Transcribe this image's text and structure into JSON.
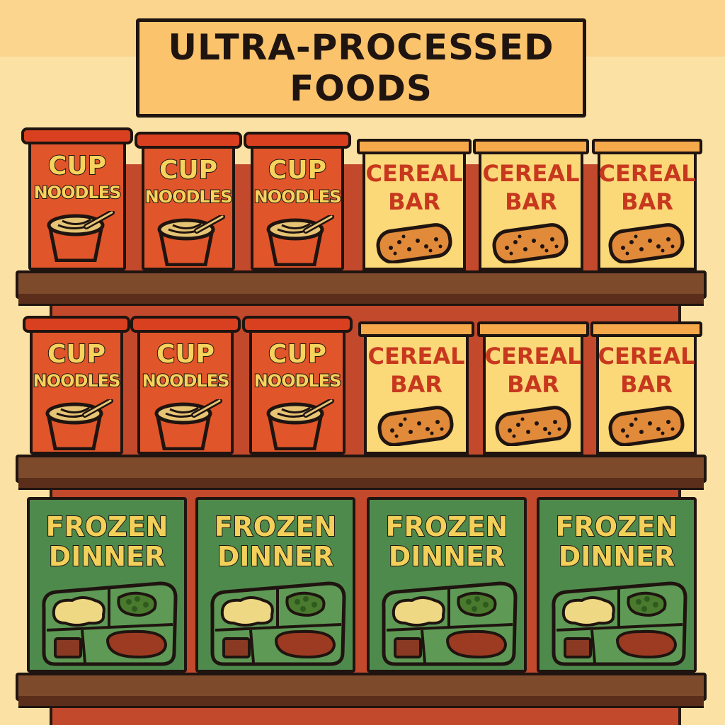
{
  "sign": {
    "line1": "ULTRA-PROCESSED",
    "line2": "FOODS"
  },
  "products": {
    "cup_noodles": {
      "line1": "CUP",
      "line2": "NOODLES",
      "icon": "noodle-cup-icon"
    },
    "cereal_bar": {
      "line1": "CEREAL",
      "line2": "BAR",
      "icon": "cereal-bar-icon"
    },
    "frozen_dinner": {
      "line1": "FROZEN",
      "line2": "DINNER",
      "icon": "tv-dinner-tray-icon"
    }
  },
  "colors": {
    "background": "#fbe2a4",
    "sign": "#fbc36b",
    "shelf": "#7d4a2c",
    "backboard": "#c2492c",
    "cup": "#e0552a",
    "cereal_box": "#fbd878",
    "cereal_text": "#c7381e",
    "frozen_box": "#4f8a4d",
    "label_yellow": "#f2d05a",
    "outline": "#1f1410"
  }
}
